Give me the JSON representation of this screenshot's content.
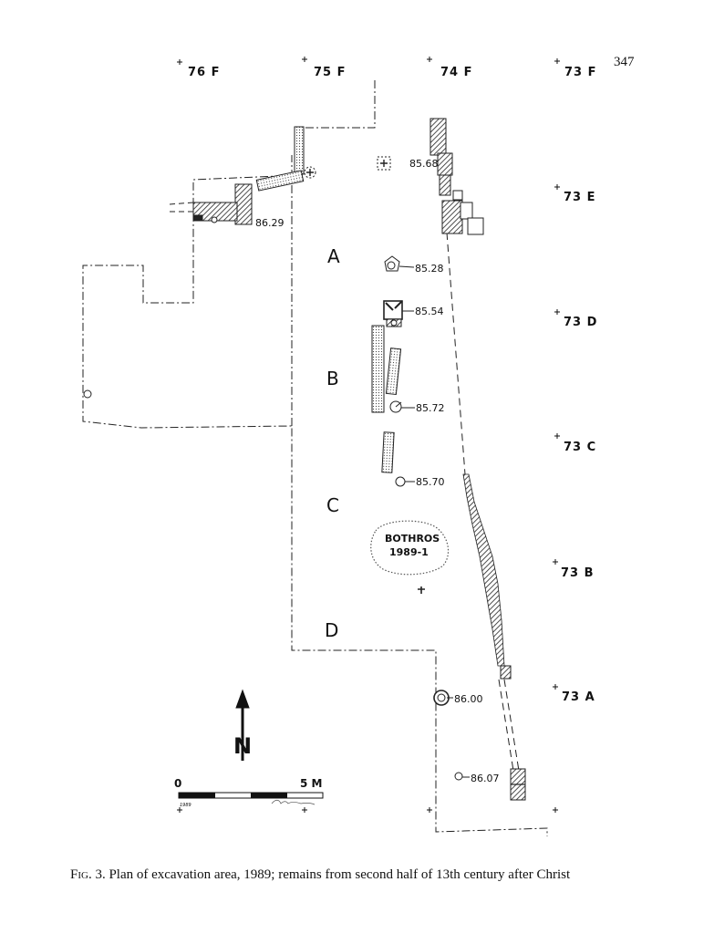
{
  "page_number": "347",
  "caption": {
    "label": "Fig. 3.",
    "text": "Plan of excavation area, 1989; remains from second half of 13th century after Christ"
  },
  "grid_labels": [
    "76 F",
    "75 F",
    "74 F",
    "73 F",
    "73 E",
    "73 D",
    "73 C",
    "73 B",
    "73 A"
  ],
  "areas": [
    "A",
    "B",
    "C",
    "D"
  ],
  "elevations": [
    "85.68",
    "86.29",
    "85.28",
    "85.54",
    "85.72",
    "85.70",
    "86.00",
    "86.07"
  ],
  "bothros": {
    "line1": "BOTHROS",
    "line2": "1989-1"
  },
  "north_arrow": {
    "letter": "N"
  },
  "scale_bar": {
    "start": "0",
    "end": "5 M",
    "note_year": "1989"
  }
}
